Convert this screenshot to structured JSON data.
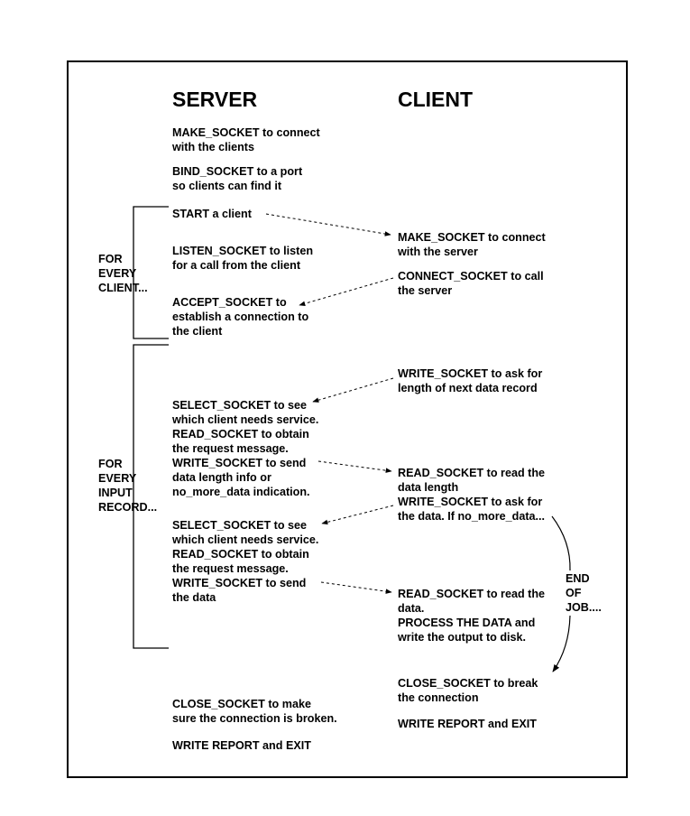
{
  "headers": {
    "server": "SERVER",
    "client": "CLIENT"
  },
  "loops": {
    "client_loop": "FOR\nEVERY\nCLIENT...",
    "record_loop": "FOR\nEVERY\nINPUT\nRECORD..."
  },
  "server_steps": {
    "make_socket": "MAKE_SOCKET to connect\nwith the clients",
    "bind_socket": "BIND_SOCKET to a port\nso clients can find it",
    "start_client": "START a client",
    "listen_socket": "LISTEN_SOCKET to listen\nfor a call from the client",
    "accept_socket": "ACCEPT_SOCKET to\nestablish a connection to\nthe client",
    "select_read_write_1": "SELECT_SOCKET to see\nwhich client needs service.\nREAD_SOCKET to obtain\nthe request message.\nWRITE_SOCKET to send\ndata length info or\nno_more_data indication.",
    "select_read_write_2": "SELECT_SOCKET to see\nwhich client needs service.\nREAD_SOCKET to obtain\nthe request message.\nWRITE_SOCKET to send\nthe data",
    "close_socket": "CLOSE_SOCKET to make\nsure the connection is broken.",
    "write_report": "WRITE REPORT and EXIT"
  },
  "client_steps": {
    "make_socket": "MAKE_SOCKET to connect\nwith the server",
    "connect_socket": "CONNECT_SOCKET to call\nthe server",
    "write_ask_length": "WRITE_SOCKET to ask for\nlength of next data record",
    "read_length_write_ask": "READ_SOCKET to read the\ndata length\nWRITE_SOCKET to ask for\nthe data. If no_more_data...",
    "read_process": "READ_SOCKET to read the\ndata.\nPROCESS THE DATA and\nwrite the output to disk.",
    "close_socket": "CLOSE_SOCKET to break\nthe connection",
    "write_report": "WRITE  REPORT and EXIT"
  },
  "end_of_job": "END\nOF\nJOB...."
}
